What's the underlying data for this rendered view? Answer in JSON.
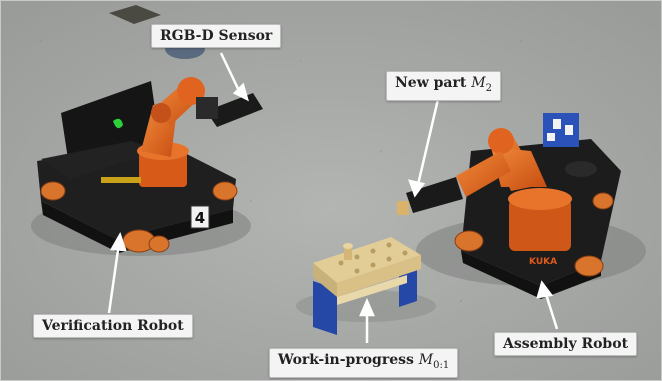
{
  "labels": {
    "rgbd_sensor": "RGB-D Sensor",
    "new_part": "New part",
    "new_part_symbol": "M",
    "new_part_subscript": "2",
    "verification_robot": "Verification Robot",
    "assembly_robot": "Assembly Robot",
    "wip": "Work-in-progress",
    "wip_symbol": "M",
    "wip_subscript": "0:1"
  },
  "markings": {
    "verification_plate_number": "4",
    "assembly_brand": "KUKA"
  },
  "colors": {
    "floor": "#a7a9a7",
    "robot_orange": "#e4621b",
    "robot_base": "#1b1b1b",
    "wheel_orange": "#d9742d",
    "block_wood": "#e2cd97",
    "block_blue": "#2548a6",
    "laptop": "#151515",
    "laptop_logo": "#2bd03a"
  }
}
